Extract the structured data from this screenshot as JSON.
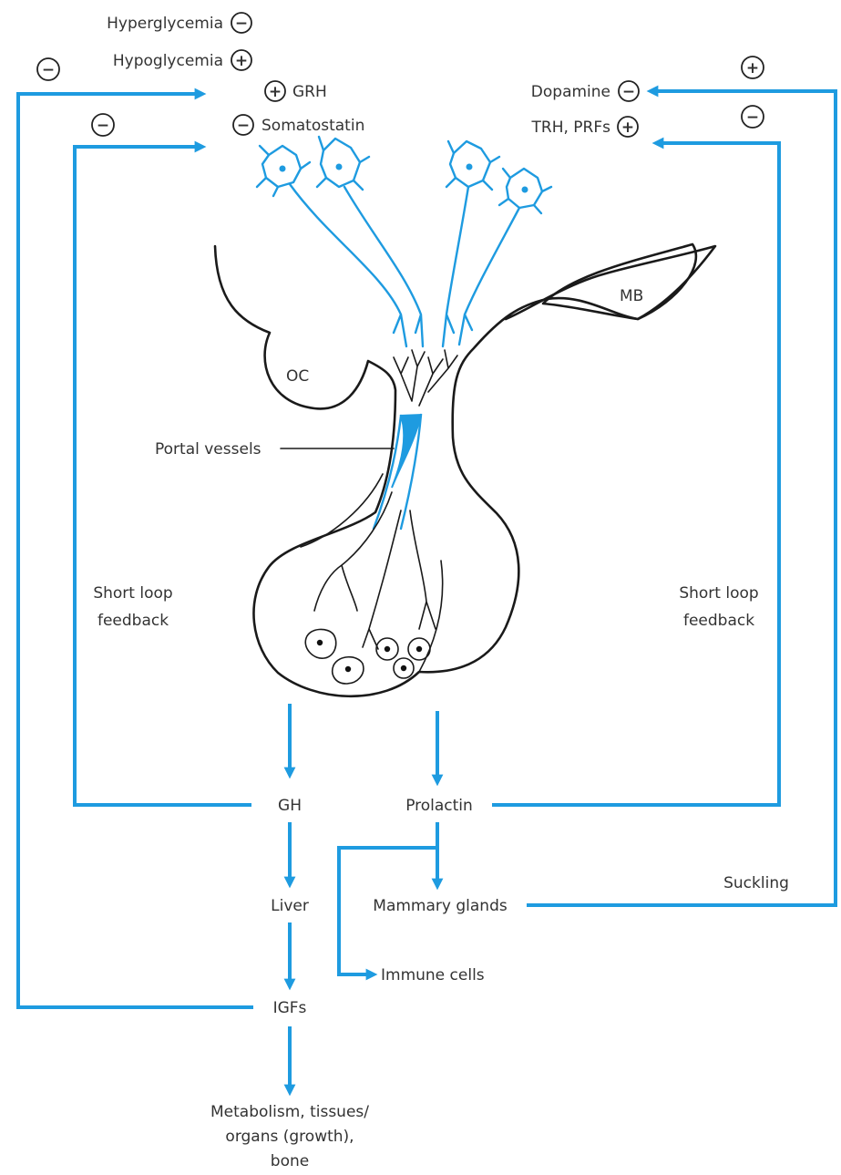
{
  "labels": {
    "hyperglycemia": "Hyperglycemia",
    "hypoglycemia": "Hypoglycemia",
    "grh": "GRH",
    "somatostatin": "Somatostatin",
    "dopamine": "Dopamine",
    "trh_prfs": "TRH, PRFs",
    "mb": "MB",
    "oc": "OC",
    "portal_vessels": "Portal vessels",
    "short_loop_left_1": "Short loop",
    "short_loop_left_2": "feedback",
    "short_loop_right_1": "Short loop",
    "short_loop_right_2": "feedback",
    "gh": "GH",
    "prolactin": "Prolactin",
    "liver": "Liver",
    "mammary_glands": "Mammary glands",
    "suckling": "Suckling",
    "immune_cells": "Immune cells",
    "igfs": "IGFs",
    "outcome_1": "Metabolism, tissues/",
    "outcome_2": "organs (growth),",
    "outcome_3": "bone"
  },
  "signs": {
    "plus": "+",
    "minus": "−"
  },
  "colors": {
    "arrow": "#1e9be0",
    "outline": "#1a1a1a",
    "text": "#333333"
  }
}
